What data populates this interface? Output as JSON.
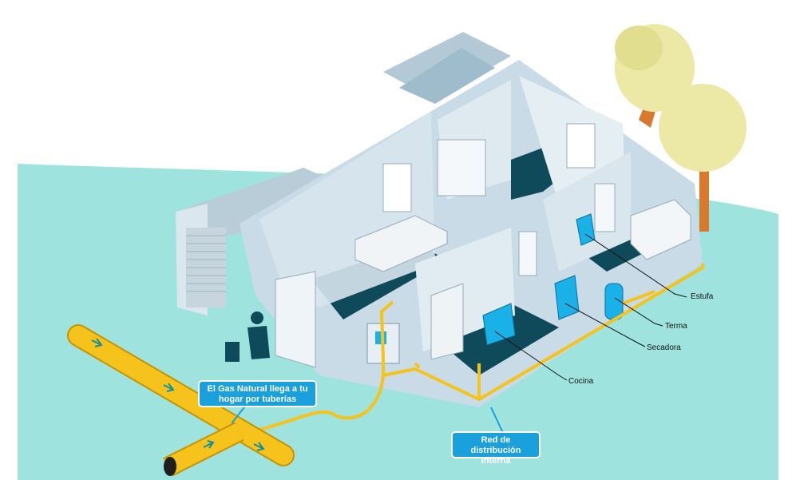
{
  "callouts": {
    "gas_arrival": "El Gas Natural llega a tu hogar por tuberías",
    "internal_network": "Red de distribución interna"
  },
  "appliances": {
    "estufa": "Estufa",
    "terma": "Terma",
    "secadora": "Secadora",
    "cocina": "Cocina"
  },
  "colors": {
    "ground": "#9ee3de",
    "gas_pipe": "#f6c21c",
    "callout": "#1aa0dc",
    "walls": "#c8dbe6",
    "floor": "#0f4a5a",
    "appliance": "#1ab0e8",
    "tree": "#ece9a6"
  }
}
